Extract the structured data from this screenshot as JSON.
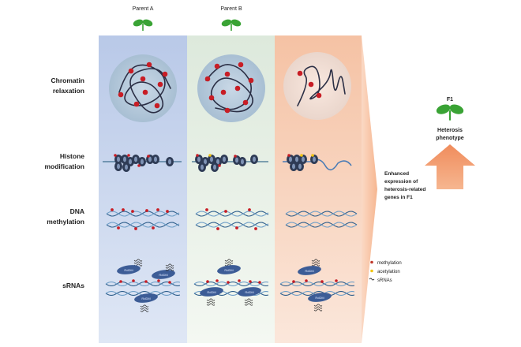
{
  "parents": [
    "Parent A",
    "Parent B"
  ],
  "rows": [
    {
      "id": "chromatin",
      "lines": [
        "Chromatin",
        "relaxation"
      ]
    },
    {
      "id": "histone",
      "lines": [
        "Histone",
        "modification"
      ]
    },
    {
      "id": "dna",
      "lines": [
        "DNA",
        "methylation"
      ]
    },
    {
      "id": "srna",
      "lines": [
        "sRNAs"
      ]
    }
  ],
  "result_text": [
    "Enhanced",
    "expression of",
    "heterosis-related",
    "genes in F1"
  ],
  "f1_label": "F1",
  "phenotype_text": [
    "Heterosis",
    "phenotype"
  ],
  "legend": [
    {
      "label": "methylation",
      "color": "#c0392b"
    },
    {
      "label": "acetylation",
      "color": "#f1c40f"
    },
    {
      "label": "sRNAs",
      "color": "#333333"
    }
  ],
  "rnapol_label": "RdDM",
  "colors": {
    "col_a": "#c5d3ea",
    "col_b": "#e6efe3",
    "col_f1": "#f7cdb2",
    "sprout": "#3aa335",
    "arrow": "#f2a57c",
    "nucleus_fill": "#b6c9d9",
    "dna": "#3f6f8f",
    "dot_red": "#c81d25",
    "histone": "#2e3b55",
    "polymerase": "#3c5c96"
  }
}
